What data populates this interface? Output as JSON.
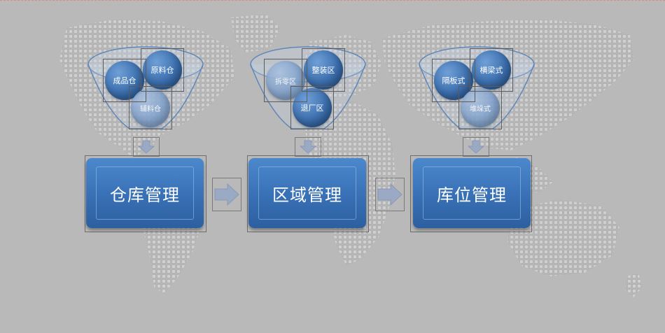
{
  "stages": [
    {
      "title": "仓库管理",
      "items": [
        "成品仓",
        "原料仓",
        "辅料仓"
      ]
    },
    {
      "title": "区域管理",
      "items": [
        "拆零区",
        "整装区",
        "退厂区"
      ]
    },
    {
      "title": "库位管理",
      "items": [
        "隔板式",
        "横梁式",
        "堆垛式"
      ]
    }
  ],
  "colors": {
    "background": "#b9b9b9",
    "box_blue": "#3a72b8",
    "ball_blue": "#3c6fae",
    "arrow": "#9aa9c4"
  }
}
